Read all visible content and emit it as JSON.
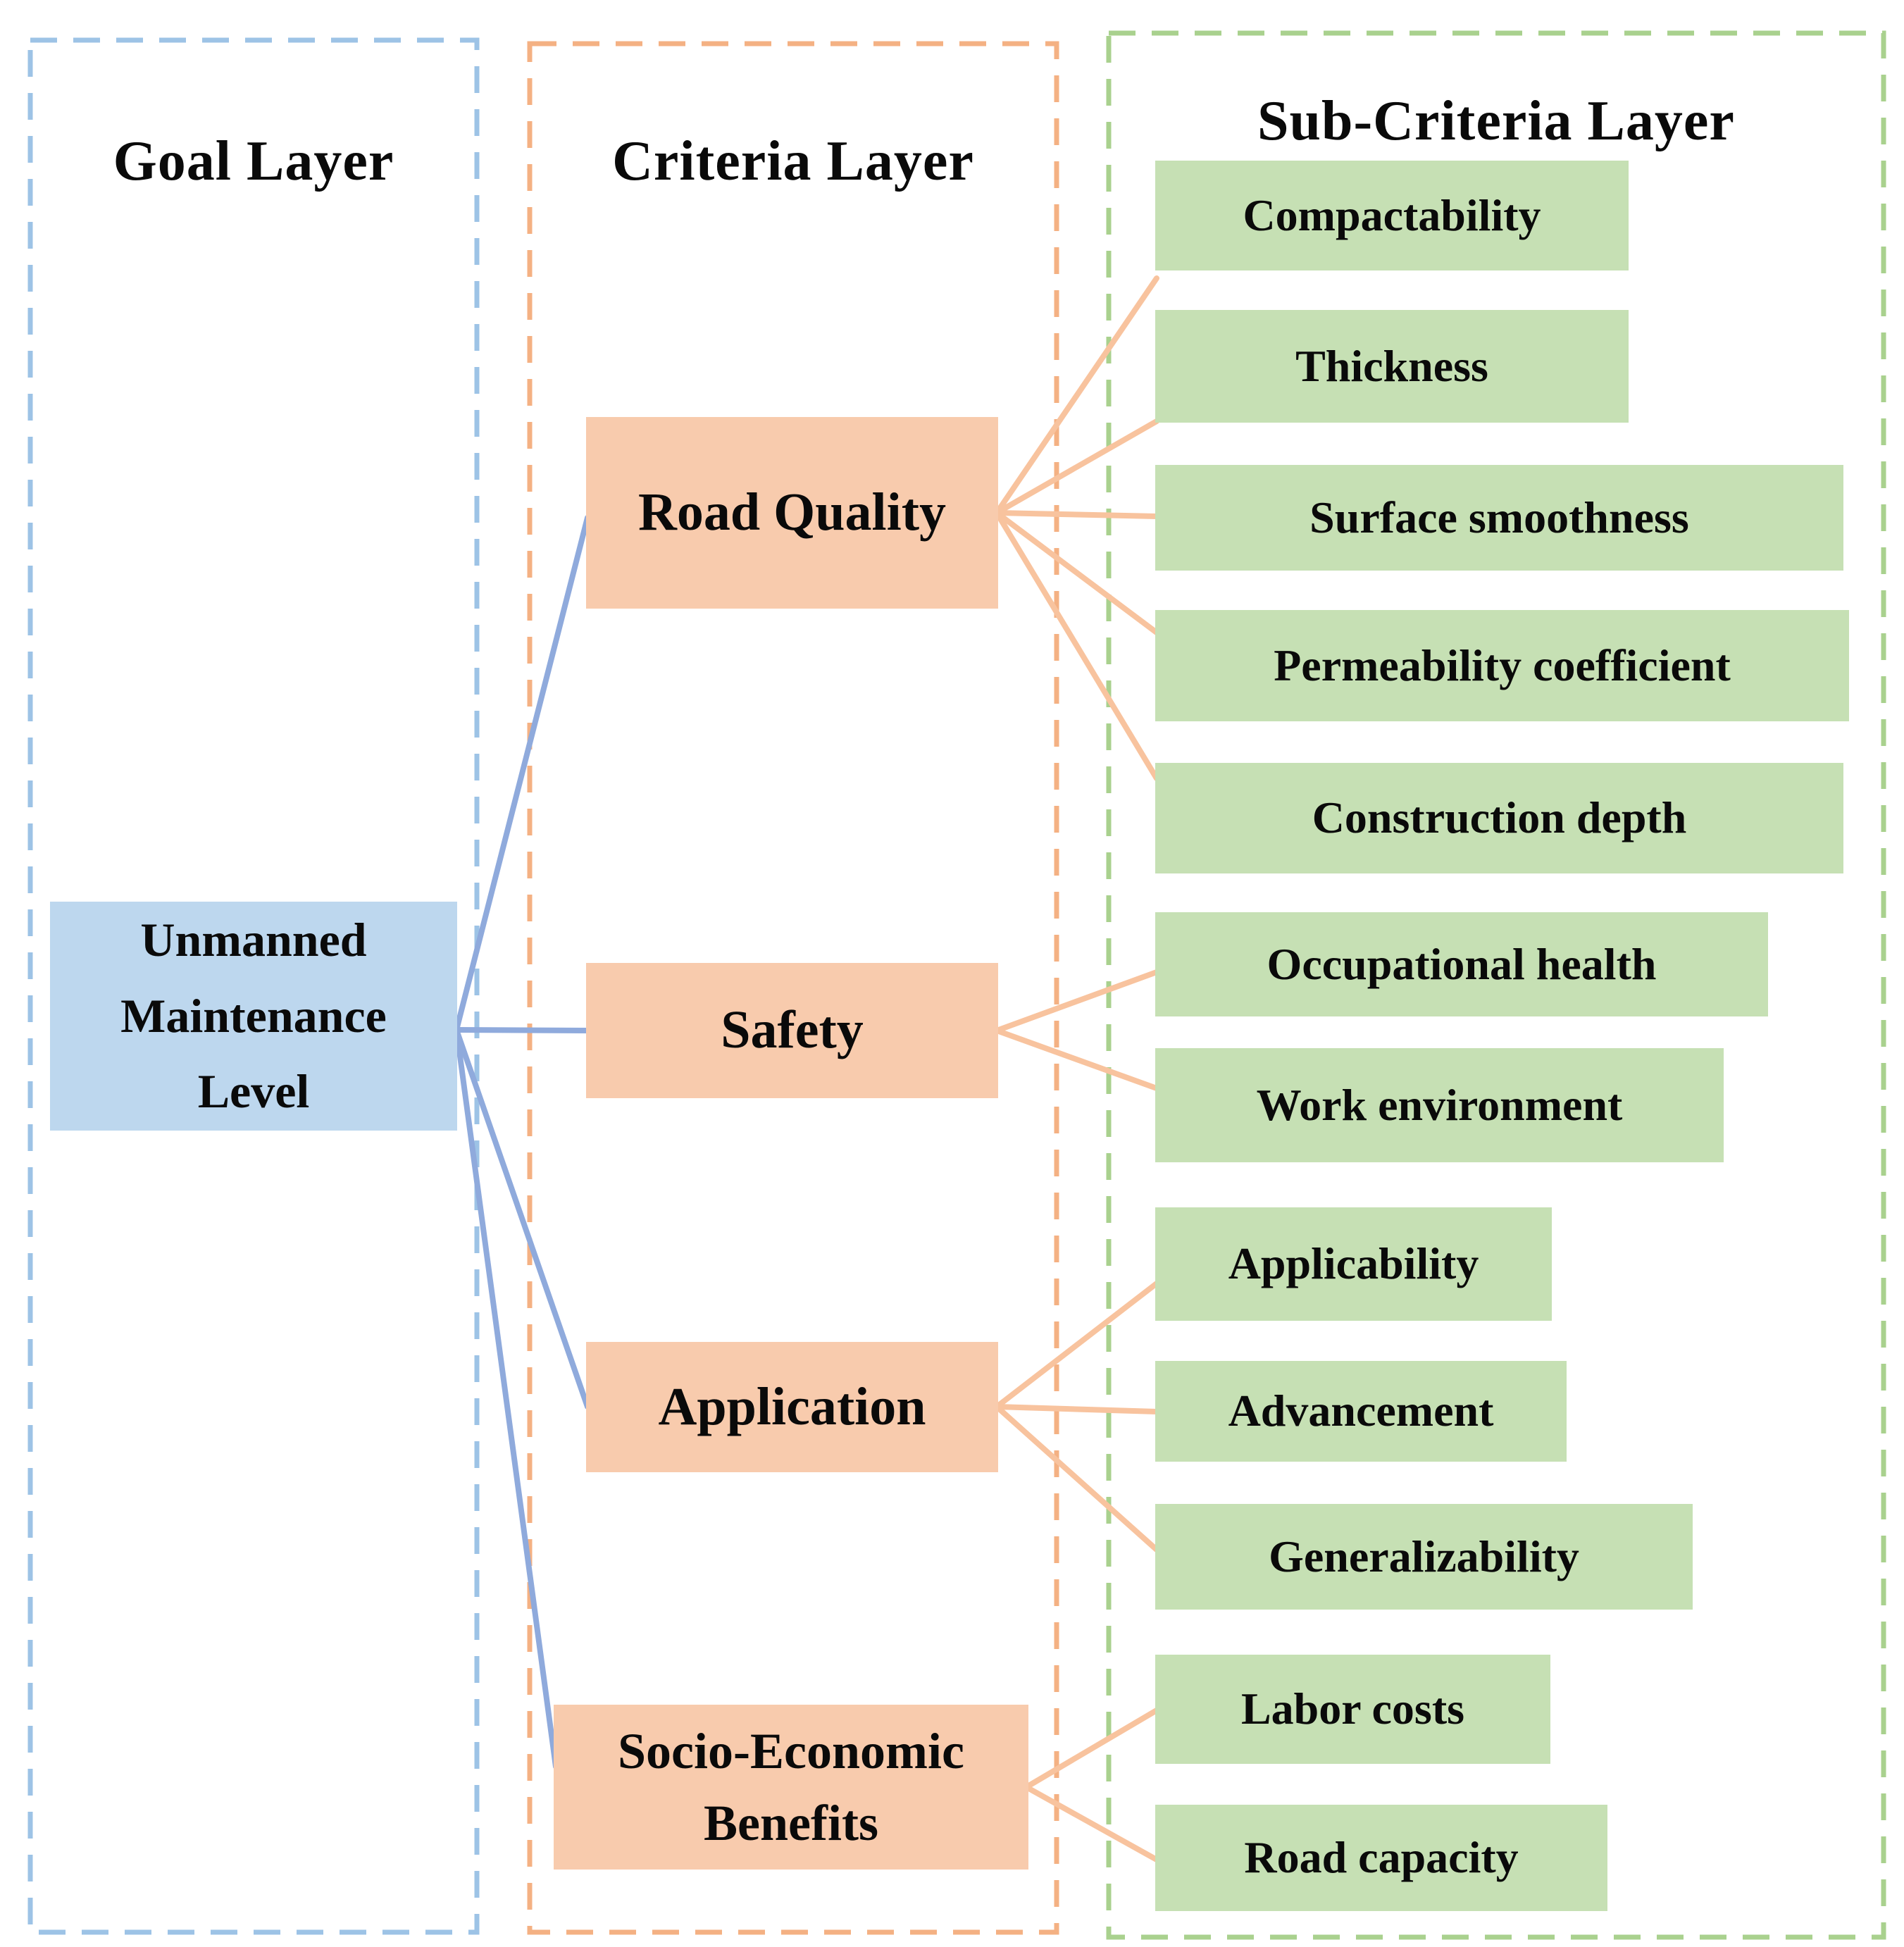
{
  "diagram": {
    "goal_layer": {
      "title": "Goal Layer",
      "goal": {
        "label": "Unmanned Maintenance Level"
      }
    },
    "criteria_layer": {
      "title": "Criteria Layer",
      "criteria": [
        {
          "label": "Road Quality"
        },
        {
          "label": "Safety"
        },
        {
          "label": "Application"
        },
        {
          "label": "Socio-Economic Benefits"
        }
      ]
    },
    "subcriteria_layer": {
      "title": "Sub-Criteria Layer",
      "subcriteria": [
        {
          "label": "Compactability",
          "parent": "Road Quality"
        },
        {
          "label": "Thickness",
          "parent": "Road Quality"
        },
        {
          "label": "Surface smoothness",
          "parent": "Road Quality"
        },
        {
          "label": "Permeability coefficient",
          "parent": "Road Quality"
        },
        {
          "label": "Construction depth",
          "parent": "Road Quality"
        },
        {
          "label": "Occupational health",
          "parent": "Safety"
        },
        {
          "label": "Work environment",
          "parent": "Safety"
        },
        {
          "label": "Applicability",
          "parent": "Application"
        },
        {
          "label": "Advancement",
          "parent": "Application"
        },
        {
          "label": "Generalizability",
          "parent": "Application"
        },
        {
          "label": "Labor costs",
          "parent": "Socio-Economic Benefits"
        },
        {
          "label": "Road capacity",
          "parent": "Socio-Economic Benefits"
        }
      ]
    }
  },
  "colors": {
    "background": "#FFFFFF",
    "text": "#0A0A0A",
    "goal_fill": "#BDD7EE",
    "criteria_fill": "#F8CBAD",
    "subcriteria_fill": "#C6E0B4",
    "goal_border_dash": "#9DC3E6",
    "criteria_border_dash": "#F4B183",
    "subcriteria_border_dash": "#A9D18E",
    "goal_connector": "#8FAADC",
    "criteria_connector": "#F8C39E"
  }
}
